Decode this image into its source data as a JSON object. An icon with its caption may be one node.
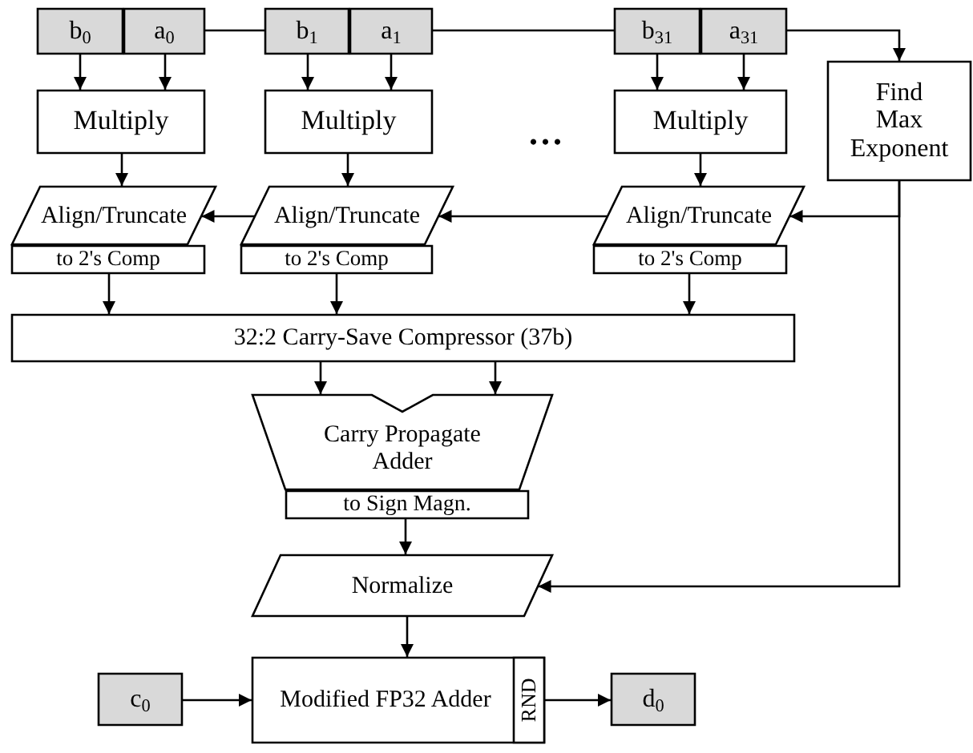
{
  "diagram": {
    "nodes": [
      {
        "text": [
          "b$_{0}$"
        ]
      },
      {
        "text": [
          "a$_{0}$"
        ]
      },
      {
        "text": [
          "b$_{1}$"
        ]
      },
      {
        "text": [
          "a$_{1}$"
        ]
      },
      {
        "text": [
          "b$_{31}$"
        ]
      },
      {
        "text": [
          "a$_{31}$"
        ]
      },
      {
        "text": [
          "Find Max Exponent"
        ]
      },
      {
        "text": [
          "Multiply"
        ]
      },
      {
        "text": [
          "Multiply"
        ]
      },
      {
        "text": [
          "Multiply"
        ]
      },
      {
        "text": [
          "Align/Truncate"
        ]
      },
      {
        "text": [
          "to 2's Comp"
        ]
      },
      {
        "text": [
          "Align/Truncate"
        ]
      },
      {
        "text": [
          "to 2's Comp"
        ]
      },
      {
        "text": [
          "Align/Truncate"
        ]
      },
      {
        "text": [
          "to 2's Comp"
        ]
      },
      {
        "text": [
          "32:2 Carry-Save Compressor (37b)"
        ]
      },
      {
        "text": [
          "Carry Propagate Adder"
        ]
      },
      {
        "text": [
          "to Sign Magn."
        ]
      },
      {
        "text": [
          "Normalize"
        ]
      },
      {
        "text": [
          "Modified FP32 Adder"
        ]
      },
      {
        "text": [
          "RND"
        ],
        "in": 20
      },
      {
        "text": [
          "c$_{0}$"
        ]
      },
      {
        "text": [
          "d$_{0}$"
        ]
      }
    ],
    "edges": [
      {
        "from": 0,
        "to": 7,
        "arrow": "to"
      },
      {
        "from": 1,
        "to": 7,
        "arrow": "to"
      },
      {
        "from": 2,
        "to": 8,
        "arrow": "to"
      },
      {
        "from": 3,
        "to": 8,
        "arrow": "to"
      },
      {
        "from": 4,
        "to": 9,
        "arrow": "to"
      },
      {
        "from": 5,
        "to": 9,
        "arrow": "to"
      },
      {
        "from": 1,
        "to": 2,
        "arrow": "none"
      },
      {
        "from": 3,
        "to": 4,
        "arrow": "none"
      },
      {
        "from": 5,
        "to": 6,
        "arrow": "to"
      },
      {
        "from": 7,
        "to": 10,
        "arrow": "to"
      },
      {
        "from": 8,
        "to": 12,
        "arrow": "to"
      },
      {
        "from": 9,
        "to": 14,
        "arrow": "to"
      },
      {
        "from": 6,
        "to": 14,
        "arrow": "to"
      },
      {
        "from": 14,
        "to": 12,
        "arrow": "to"
      },
      {
        "from": 12,
        "to": 10,
        "arrow": "to"
      },
      {
        "from": 11,
        "to": 16,
        "arrow": "to"
      },
      {
        "from": 13,
        "to": 16,
        "arrow": "to"
      },
      {
        "from": 15,
        "to": 16,
        "arrow": "to"
      },
      {
        "from": 16,
        "to": 17,
        "arrow": "to"
      },
      {
        "from": 16,
        "to": 17,
        "arrow": "to"
      },
      {
        "from": 18,
        "to": 19,
        "arrow": "to"
      },
      {
        "from": 6,
        "to": 19,
        "arrow": "to"
      },
      {
        "from": 19,
        "to": 20,
        "arrow": "to"
      },
      {
        "from": 22,
        "to": 20,
        "arrow": "to"
      },
      {
        "from": 21,
        "to": 23,
        "arrow": "to"
      }
    ],
    "labels": [
      "..."
    ]
  }
}
